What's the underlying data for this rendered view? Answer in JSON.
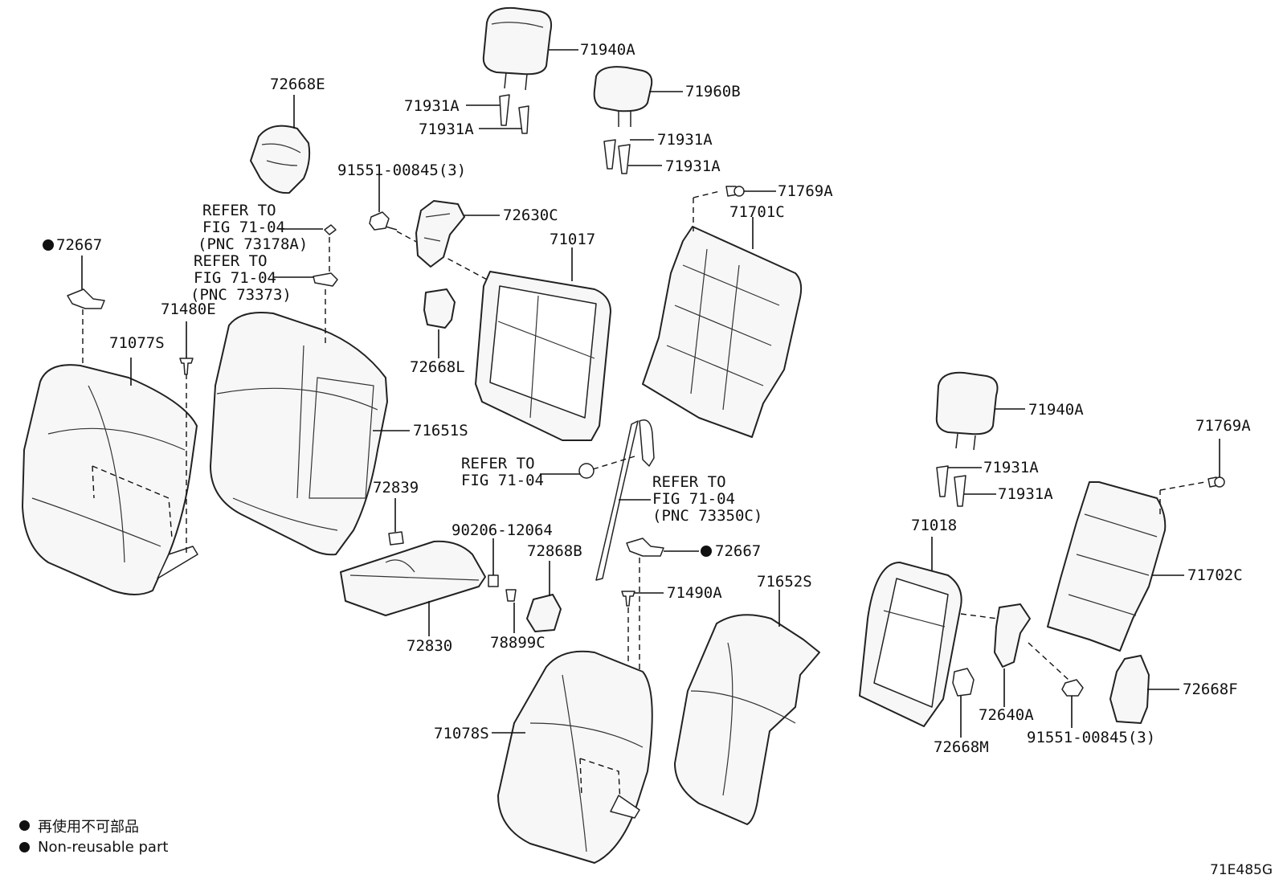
{
  "labels": {
    "l71940a_1": "71940A",
    "l71931a_1": "71931A",
    "l71931a_2": "71931A",
    "l71960b": "71960B",
    "l71931a_3": "71931A",
    "l71931a_4": "71931A",
    "l71769a_1": "71769A",
    "l71701c": "71701C",
    "l72668e": "72668E",
    "l91551_1": "91551-00845(3)",
    "l72630c": "72630C",
    "l71017": "71017",
    "l72667_1": "72667",
    "l71480e": "71480E",
    "l71077s": "71077S",
    "l72668l": "72668L",
    "l71651s": "71651S",
    "l72839": "72839",
    "l90206": "90206-12064",
    "l72868b": "72868B",
    "l72830": "72830",
    "l78899c": "78899C",
    "l72667_2": "72667",
    "l71490a": "71490A",
    "l71652s": "71652S",
    "l71078s": "71078S",
    "l71940a_2": "71940A",
    "l71769a_2": "71769A",
    "l71931a_5": "71931A",
    "l71931a_6": "71931A",
    "l71018": "71018",
    "l71702c": "71702C",
    "l72668f": "72668F",
    "l72640a": "72640A",
    "l72668m": "72668M",
    "l91551_2": "91551-00845(3)"
  },
  "refs": {
    "ref1": {
      "l1": "REFER TO",
      "l2": "FIG 71-04",
      "l3": "(PNC 73178A)"
    },
    "ref2": {
      "l1": "REFER TO",
      "l2": "FIG 71-04",
      "l3": "(PNC 73373)"
    },
    "ref3": {
      "l1": "REFER TO",
      "l2": "FIG 71-04"
    },
    "ref4": {
      "l1": "REFER TO",
      "l2": "FIG 71-04",
      "l3": "(PNC 73350C)"
    }
  },
  "legend": {
    "jp": "再使用不可部品",
    "en": "Non-reusable part"
  },
  "drawing_code": "71E485G"
}
